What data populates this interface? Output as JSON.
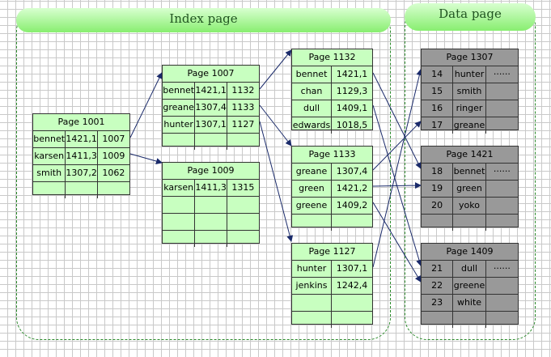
{
  "regions": {
    "index_label": "Index page",
    "data_label": "Data page"
  },
  "index_pages": [
    {
      "id": "p1001",
      "title": "Page 1001",
      "rows": [
        [
          "bennet",
          "1421,1",
          "1007"
        ],
        [
          "karsen",
          "1411,3",
          "1009"
        ],
        [
          "smith",
          "1307,2",
          "1062"
        ],
        [
          "",
          "",
          ""
        ]
      ]
    },
    {
      "id": "p1007",
      "title": "Page 1007",
      "rows": [
        [
          "bennet",
          "1421,1",
          "1132"
        ],
        [
          "greane",
          "1307,4",
          "1133"
        ],
        [
          "hunter",
          "1307,1",
          "1127"
        ],
        [
          "",
          "",
          ""
        ]
      ]
    },
    {
      "id": "p1009",
      "title": "Page 1009",
      "rows": [
        [
          "karsen",
          "1411,3",
          "1315"
        ],
        [
          "",
          "",
          ""
        ],
        [
          "",
          "",
          ""
        ],
        [
          "",
          "",
          ""
        ]
      ]
    },
    {
      "id": "p1132",
      "title": "Page 1132",
      "rows": [
        [
          "bennet",
          "1421,1"
        ],
        [
          "chan",
          "1129,3"
        ],
        [
          "dull",
          "1409,1"
        ],
        [
          "edwards",
          "1018,5"
        ]
      ]
    },
    {
      "id": "p1133",
      "title": "Page 1133",
      "rows": [
        [
          "greane",
          "1307,4"
        ],
        [
          "green",
          "1421,2"
        ],
        [
          "greene",
          "1409,2"
        ],
        [
          "",
          ""
        ]
      ]
    },
    {
      "id": "p1127",
      "title": "Page 1127",
      "rows": [
        [
          "hunter",
          "1307,1"
        ],
        [
          "jenkins",
          "1242,4"
        ],
        [
          "",
          ""
        ],
        [
          "",
          ""
        ]
      ]
    }
  ],
  "data_pages": [
    {
      "id": "p1307",
      "title": "Page 1307",
      "rows": [
        [
          "14",
          "hunter",
          "······"
        ],
        [
          "15",
          "smith",
          ""
        ],
        [
          "16",
          "ringer",
          ""
        ],
        [
          "17",
          "greane",
          ""
        ]
      ]
    },
    {
      "id": "p1421",
      "title": "Page 1421",
      "rows": [
        [
          "18",
          "bennet",
          "······"
        ],
        [
          "19",
          "green",
          ""
        ],
        [
          "20",
          "yoko",
          ""
        ],
        [
          "",
          "",
          ""
        ]
      ]
    },
    {
      "id": "p1409",
      "title": "Page 1409",
      "rows": [
        [
          "21",
          "dull",
          "······"
        ],
        [
          "22",
          "greene",
          ""
        ],
        [
          "23",
          "white",
          ""
        ],
        [
          "",
          "",
          ""
        ]
      ]
    }
  ],
  "colors": {
    "index_fill": "#c8ffc0",
    "data_fill": "#999999",
    "arrow": "#1a2a6a",
    "region_border": "#2a8a2a"
  }
}
